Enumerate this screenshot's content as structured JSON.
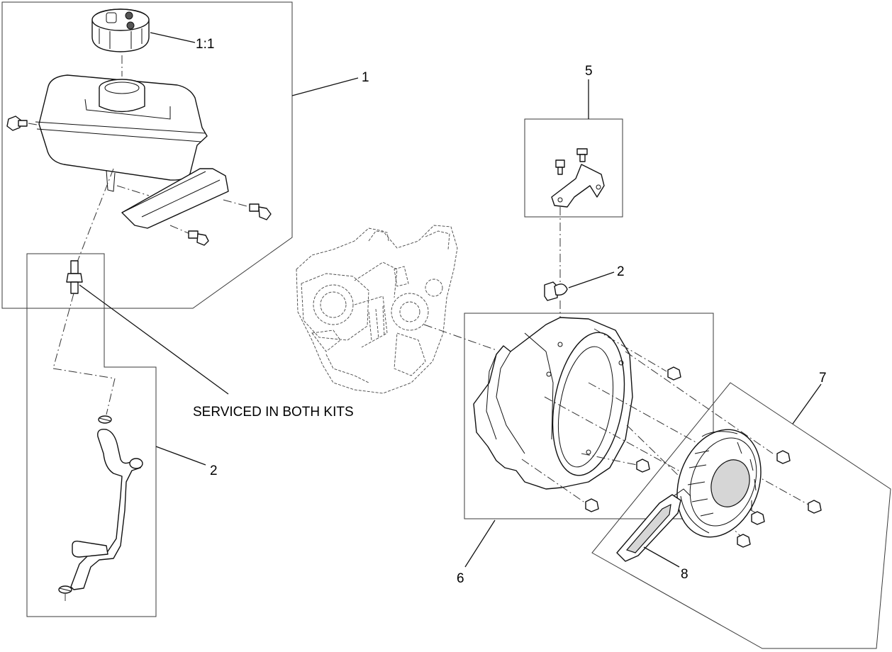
{
  "callouts": {
    "c1_1": "1:1",
    "c1": "1",
    "c2_hose": "2",
    "c2_clip": "2",
    "c5": "5",
    "c6": "6",
    "c7": "7",
    "c8": "8"
  },
  "note": "SERVICED IN BOTH KITS"
}
